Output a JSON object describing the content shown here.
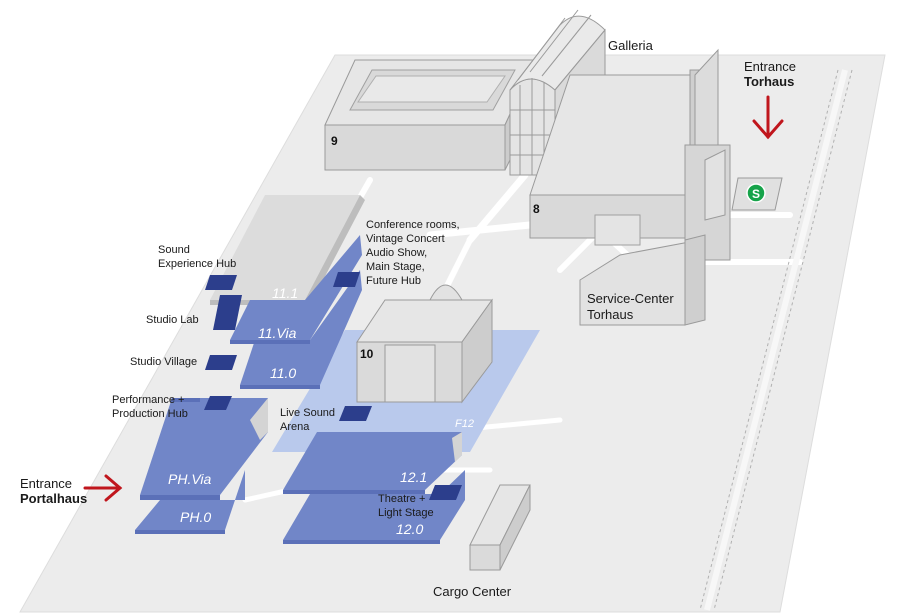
{
  "buildings": {
    "galleria": "Galleria",
    "hall9": "9",
    "hall8": "8",
    "hall10": "10",
    "service_center_line1": "Service-Center",
    "service_center_line2": "Torhaus",
    "cargo_center": "Cargo Center"
  },
  "entrances": {
    "torhaus_line1": "Entrance",
    "torhaus_line2": "Torhaus",
    "portalhaus_line1": "Entrance",
    "portalhaus_line2": "Portalhaus"
  },
  "halls": {
    "h11_1": "11.1",
    "h11_via": "11.Via",
    "h11_0": "11.0",
    "ph_via": "PH.Via",
    "ph_0": "PH.0",
    "h12_1": "12.1",
    "h12_0": "12.0",
    "f12": "F12"
  },
  "areas": {
    "sound_experience_line1": "Sound",
    "sound_experience_line2": "Experience Hub",
    "studio_lab": "Studio Lab",
    "studio_village": "Studio Village",
    "performance_line1": "Performance +",
    "performance_line2": "Production Hub",
    "live_sound_line1": "Live Sound",
    "live_sound_line2": "Arena",
    "conference_lines": [
      "Conference rooms,",
      "Vintage Concert",
      "Audio Show,",
      "Main Stage,",
      "Future Hub"
    ],
    "theatre_line1": "Theatre +",
    "theatre_line2": "Light Stage"
  },
  "sbahn_badge": "S",
  "colors": {
    "hall_blue": "#7186c8",
    "hall_blue_dark": "#5b70b8",
    "area_navy": "#2c3e8c",
    "f12_light": "#b9c9ec",
    "ground": "#ececec",
    "building": "#d9d9d9",
    "building_top": "#e6e6e6",
    "arrow_red": "#c0161d",
    "sbahn_green": "#16a34a"
  }
}
